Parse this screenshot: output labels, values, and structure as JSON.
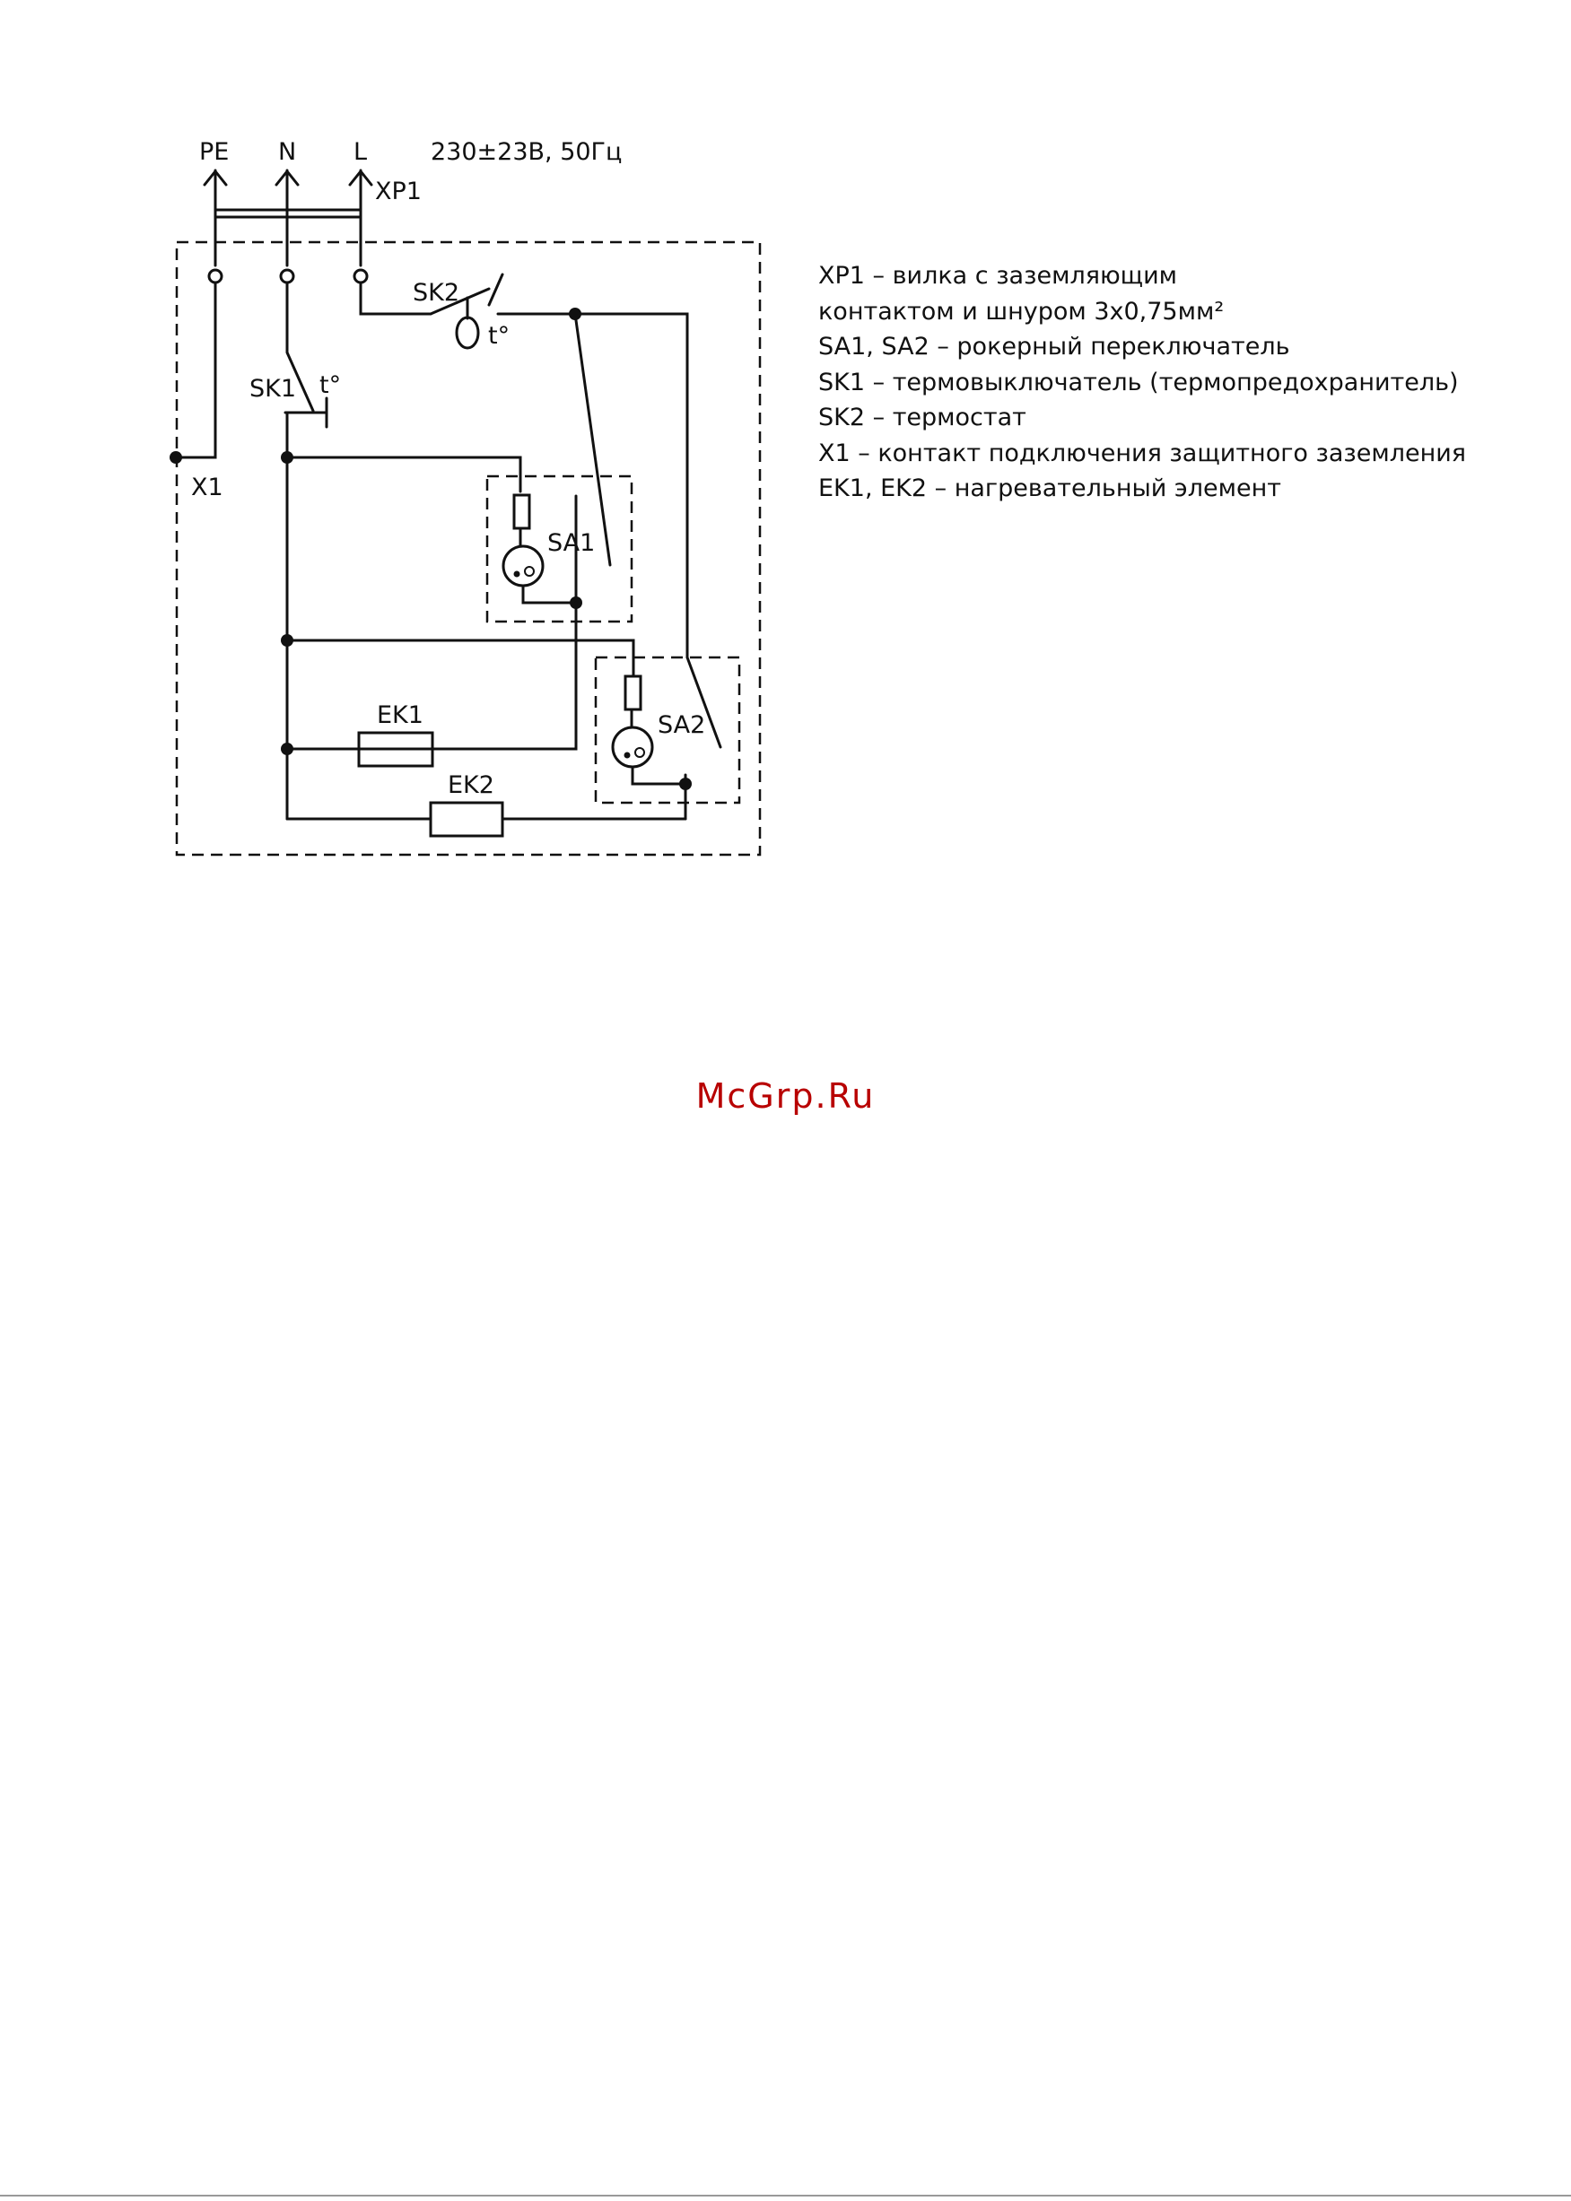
{
  "schematic": {
    "labels": {
      "pe": "PE",
      "n": "N",
      "l": "L",
      "supply": "230±23В, 50Гц",
      "xp1": "XP1",
      "sk2": "SK2",
      "sk2_temp": "t°",
      "sk1": "SK1",
      "sk1_temp": "t°",
      "x1": "X1",
      "sa1": "SA1",
      "sa2": "SA2",
      "ek1": "EK1",
      "ek2": "EK2"
    }
  },
  "legend": {
    "items": [
      "XP1 – вилка с заземляющим",
      "контактом и шнуром 3x0,75мм²",
      "SA1, SA2 – рокерный переключатель",
      "SK1 – термовыключатель (термопредохранитель)",
      "SK2 – термостат",
      "X1 – контакт подключения защитного заземления",
      "EK1, EK2 – нагревательный элемент"
    ]
  },
  "watermark": "McGrp.Ru"
}
